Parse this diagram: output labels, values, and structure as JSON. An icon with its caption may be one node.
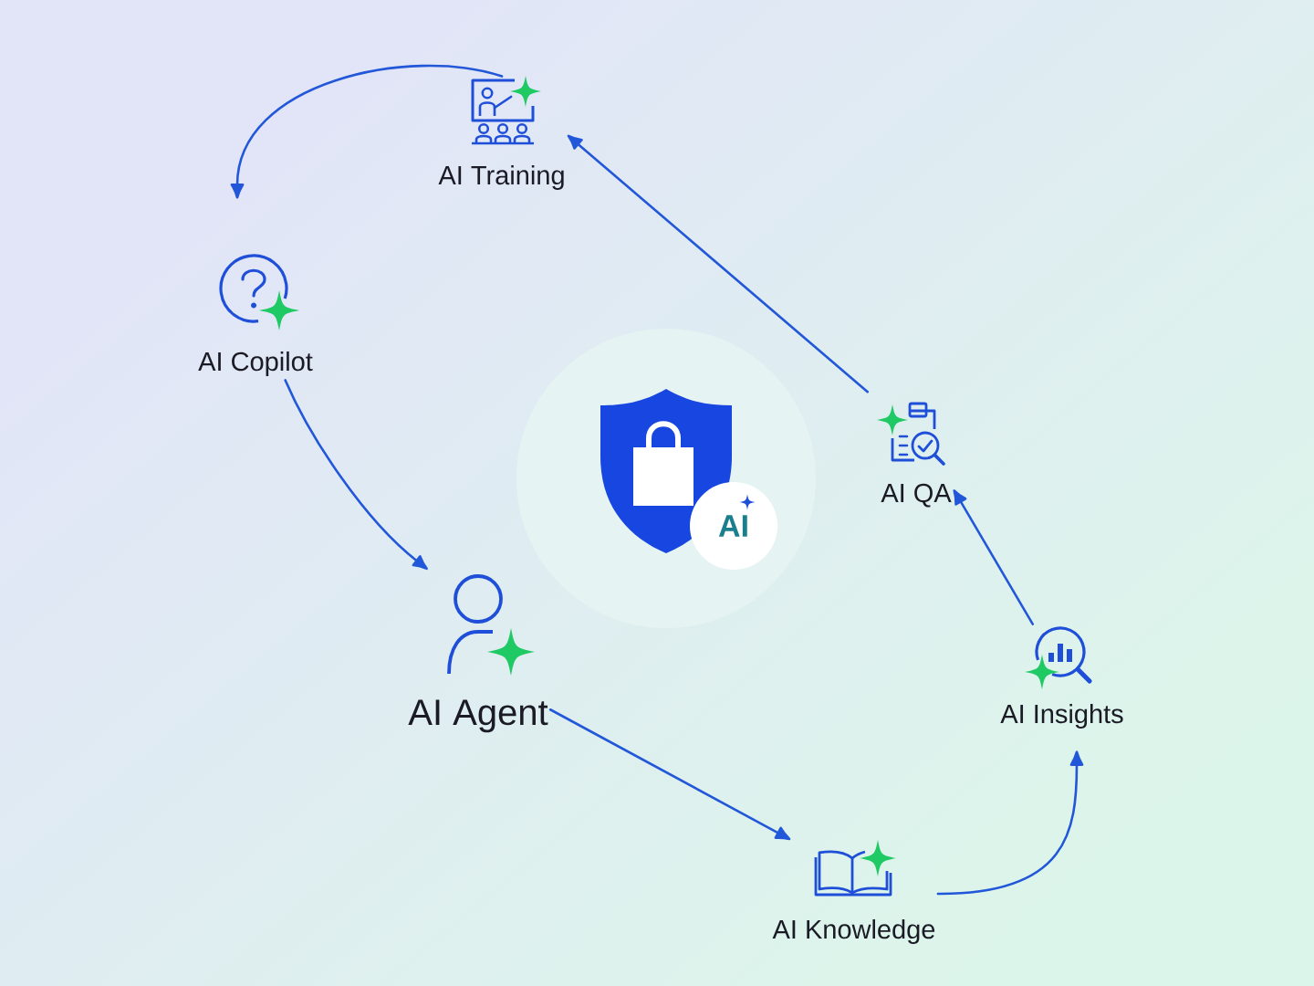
{
  "diagram": {
    "nodes": [
      {
        "text": [
          "AI Training"
        ]
      },
      {
        "text": [
          "AI Copilot"
        ]
      },
      {
        "text": [],
        "shape": "circle"
      },
      {
        "text": [
          "AI"
        ],
        "in": 2
      },
      {
        "text": [
          "AI QA"
        ]
      },
      {
        "text": [
          "AI Agent"
        ]
      },
      {
        "text": [
          "AI Insights"
        ]
      },
      {
        "text": [
          "AI Knowledge"
        ]
      }
    ],
    "edges": [
      {
        "from": 0,
        "to": 1,
        "arrow": "to"
      },
      {
        "from": 4,
        "to": 0,
        "arrow": "to"
      },
      {
        "from": 6,
        "to": 4,
        "arrow": "to"
      },
      {
        "from": 7,
        "to": 6,
        "arrow": "to"
      },
      {
        "from": 5,
        "to": 7,
        "arrow": "to"
      },
      {
        "from": 1,
        "to": 5,
        "arrow": "to"
      }
    ]
  }
}
